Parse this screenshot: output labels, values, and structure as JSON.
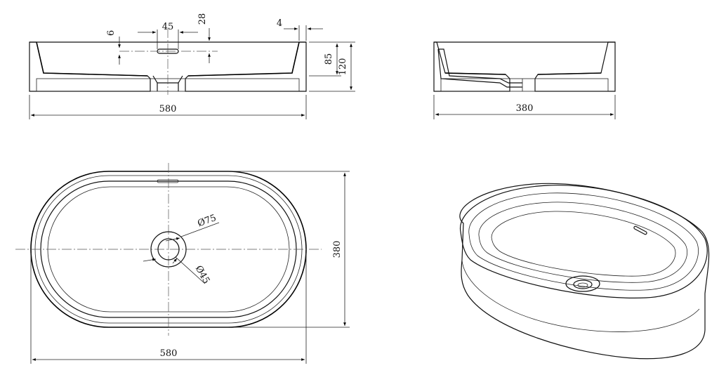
{
  "dimensions": {
    "front_width": "580",
    "drain_width": "45",
    "drain_slot_height": "6",
    "drain_depth": "28",
    "rim_thickness": "4",
    "inner_depth": "85",
    "total_height": "120",
    "side_width": "380",
    "top_width": "580",
    "top_height": "380",
    "outer_drain_diameter": "Ø75",
    "inner_drain_diameter": "Ø45"
  },
  "colors": {
    "line": "#000000",
    "hatch": "#333333",
    "background": "#ffffff"
  }
}
